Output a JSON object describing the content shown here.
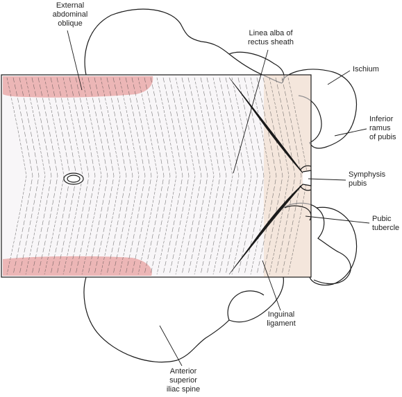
{
  "labels": {
    "external_oblique": "External\nabdominal\noblique",
    "linea_alba": "Linea alba of\nrectus sheath",
    "ischium": "Ischium",
    "inferior_ramus": "Inferior\nramus\nof pubis",
    "symphysis": "Symphysis\npubis",
    "pubic_tubercle": "Pubic\ntubercle",
    "inguinal_ligament": "Inguinal\nligament",
    "asis": "Anterior\nsuperior\niliac spine"
  },
  "colors": {
    "line": "#1a1a1a",
    "muscle": "#e8a0a0",
    "bone_fill": "#f5dcc0",
    "sheath_fill": "#f2eff2",
    "fiber": "#444444"
  }
}
